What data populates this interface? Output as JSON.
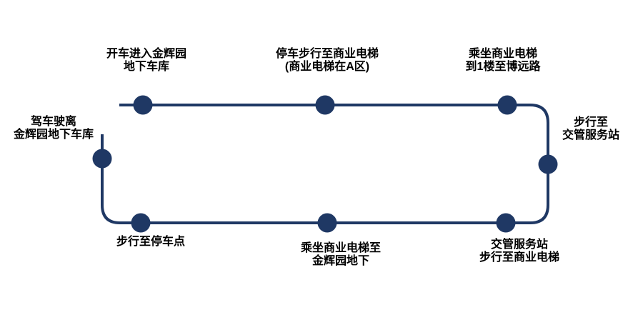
{
  "diagram": {
    "name": "route-flow-diagram",
    "colors": {
      "node": "#1f3864",
      "line": "#1f3864",
      "text": "#000000",
      "background": "#ffffff"
    },
    "steps": [
      {
        "order": 1,
        "position": "top-left",
        "label": "开车进入金辉园\n地下车库"
      },
      {
        "order": 2,
        "position": "top-middle",
        "label": "停车步行至商业电梯\n(商业电梯在A区)"
      },
      {
        "order": 3,
        "position": "top-right",
        "label": "乘坐商业电梯\n到1楼至博远路"
      },
      {
        "order": 4,
        "position": "right",
        "label": "步行至\n交管服务站"
      },
      {
        "order": 5,
        "position": "bottom-right",
        "label": "交管服务站\n步行至商业电梯"
      },
      {
        "order": 6,
        "position": "bottom-middle",
        "label": "乘坐商业电梯至\n金辉园地下"
      },
      {
        "order": 7,
        "position": "bottom-left",
        "label": "步行至停车点"
      },
      {
        "order": 8,
        "position": "left",
        "label": "驾车驶离\n金辉园地下车库"
      }
    ]
  }
}
